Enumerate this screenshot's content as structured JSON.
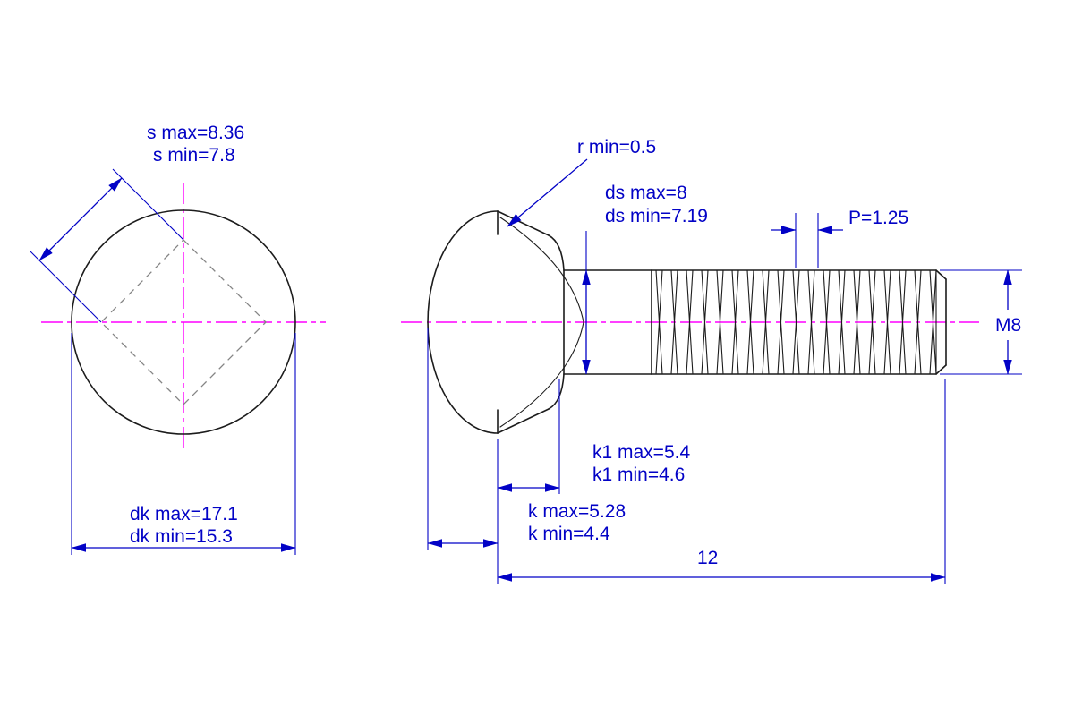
{
  "colors": {
    "dimension": "#0202c6",
    "centerline": "#ff00ff",
    "outline": "#1c1c1c",
    "hidden": "#858585",
    "background": "#ffffff"
  },
  "front_view": {
    "s_max": "s max=8.36",
    "s_min": "s min=7.8",
    "dk_max": "dk max=17.1",
    "dk_min": "dk min=15.3"
  },
  "side_view": {
    "r_min": "r min=0.5",
    "ds_max": "ds max=8",
    "ds_min": "ds min=7.19",
    "pitch": "P=1.25",
    "thread_size": "M8",
    "k1_max": "k1 max=5.4",
    "k1_min": "k1 min=4.6",
    "k_max": "k max=5.28",
    "k_min": "k min=4.4",
    "length": "12"
  }
}
